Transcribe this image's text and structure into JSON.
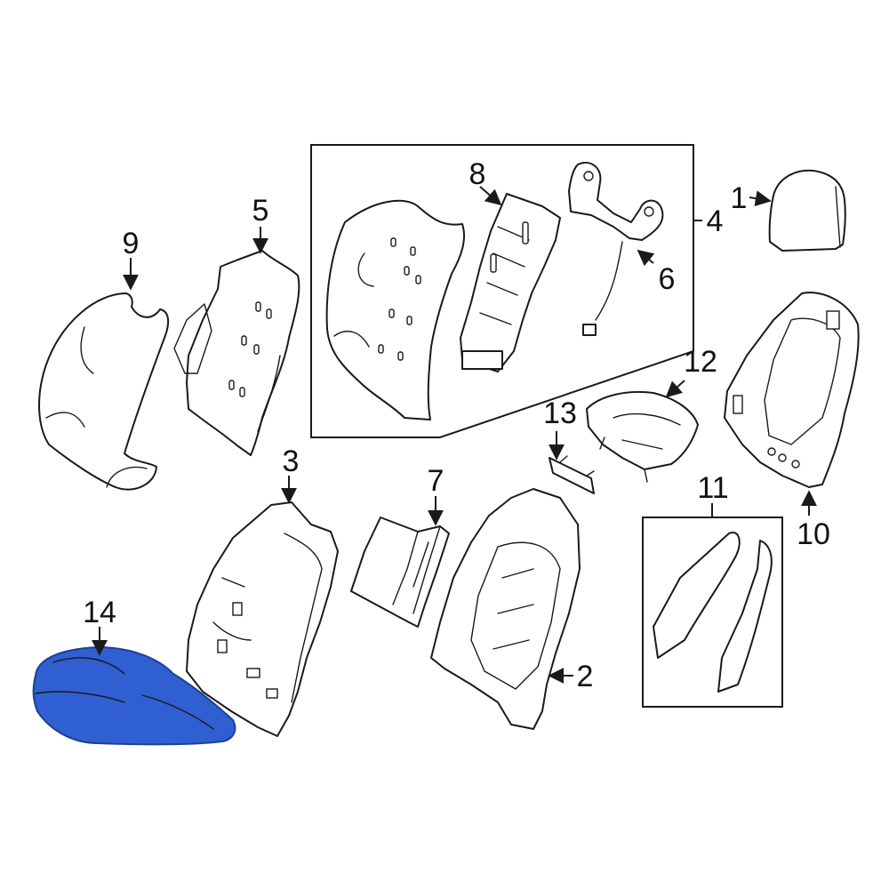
{
  "highlight_color": "#2f5fd0",
  "highlight_stroke": "#1d3f96",
  "callouts": {
    "c1": "1",
    "c2": "2",
    "c3": "3",
    "c4": "4",
    "c5": "5",
    "c6": "6",
    "c7": "7",
    "c8": "8",
    "c9": "9",
    "c10": "10",
    "c11": "11",
    "c12": "12",
    "c13": "13",
    "c14": "14"
  },
  "highlighted_part": "14"
}
